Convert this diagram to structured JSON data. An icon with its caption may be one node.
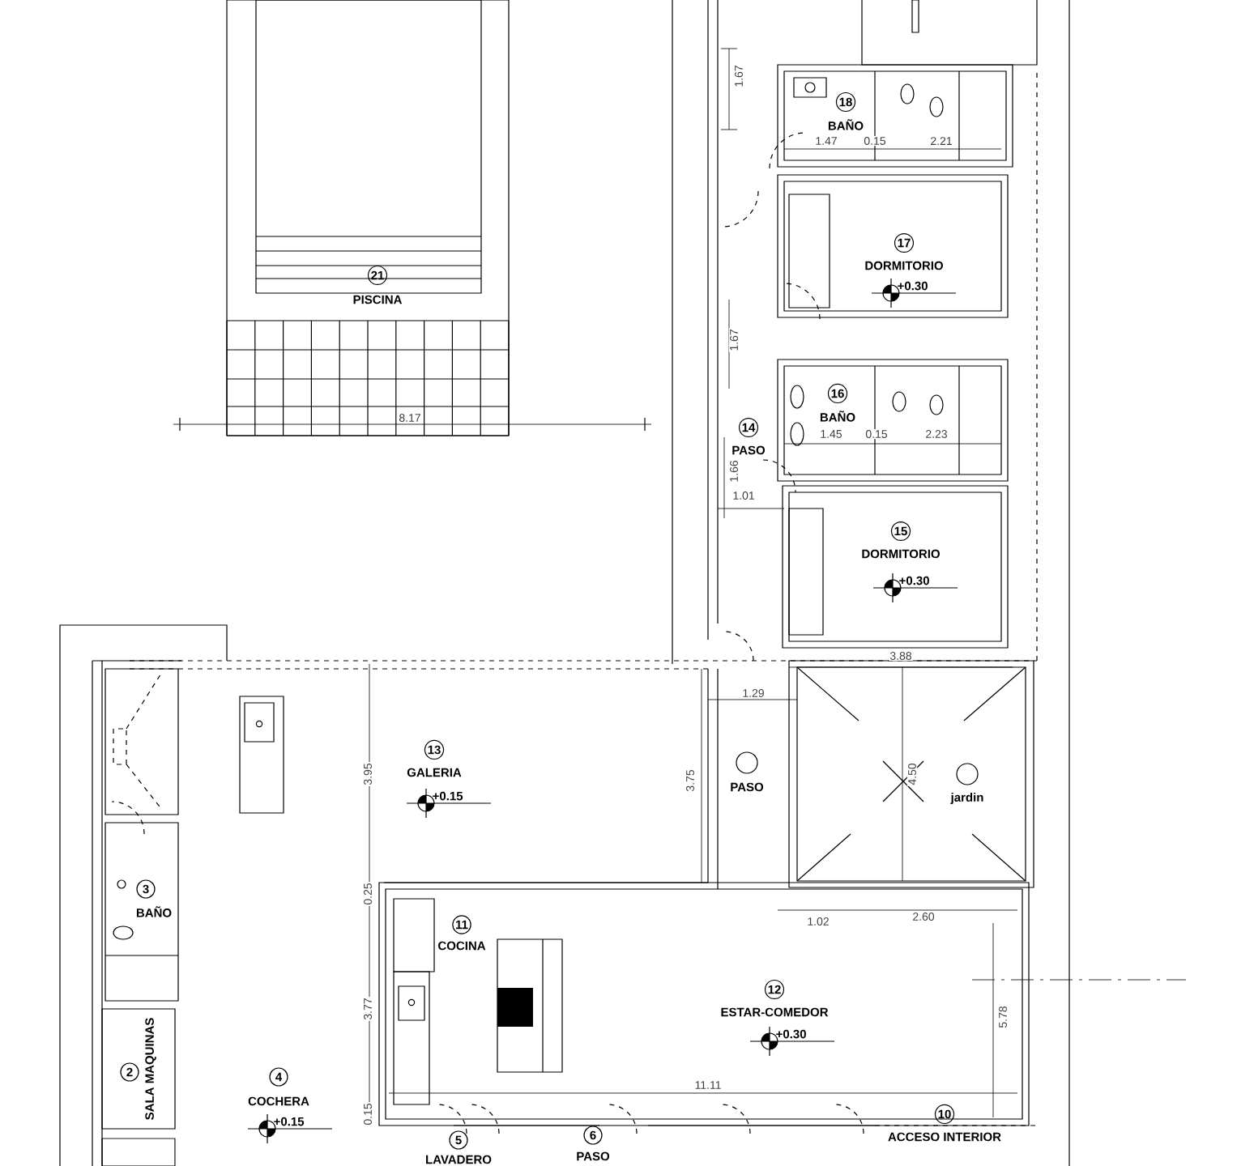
{
  "diagram": {
    "nodes": [
      {
        "text": [
          "21",
          "PISCINA"
        ]
      },
      {
        "text": [
          "18",
          "BAÑO"
        ]
      },
      {
        "text": [
          "17",
          "DORMITORIO",
          "+0.30"
        ]
      },
      {
        "text": [
          "16",
          "BAÑO"
        ]
      },
      {
        "text": [
          "14",
          "PASO"
        ]
      },
      {
        "text": [
          "15",
          "DORMITORIO",
          "+0.30"
        ]
      },
      {
        "text": [
          "PASO"
        ]
      },
      {
        "text": [
          "jardin"
        ]
      },
      {
        "text": [
          "13",
          "GALERIA",
          "+0.15"
        ]
      },
      {
        "text": [
          "3",
          "BAÑO"
        ]
      },
      {
        "text": [
          "2",
          "SALA MAQUINAS"
        ]
      },
      {
        "text": [
          "4",
          "COCHERA",
          "+0.15"
        ]
      },
      {
        "text": [
          "11",
          "COCINA"
        ]
      },
      {
        "text": [
          "12",
          "ESTAR-COMEDOR",
          "+0.30"
        ]
      },
      {
        "text": [
          "10",
          "ACCESO INTERIOR"
        ]
      },
      {
        "text": [
          "5",
          "LAVADERO"
        ]
      },
      {
        "text": [
          "6",
          "PASO"
        ]
      }
    ],
    "labels": [
      "1.67",
      "1.47",
      "0.15",
      "2.21",
      "1.67",
      "1.45",
      "0.15",
      "2.23",
      "8.17",
      "1.66",
      "1.01",
      "3.88",
      "1.29",
      "3.95",
      "3.75",
      "4.50",
      "0.25",
      "1.02",
      "2.60",
      "3.77",
      "5.78",
      "11.11",
      "0.15"
    ]
  }
}
